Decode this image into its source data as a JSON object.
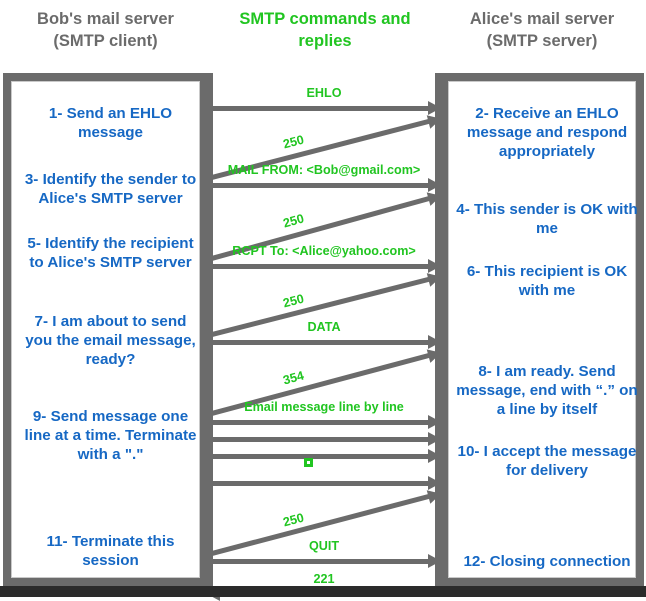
{
  "headers": {
    "left": "Bob's mail server\n(SMTP client)",
    "left_line1": "Bob's mail server",
    "left_line2": "(SMTP client)",
    "middle_line1": "SMTP commands and",
    "middle_line2": "replies",
    "right_line1": "Alice's mail server",
    "right_line2": "(SMTP server)"
  },
  "colors": {
    "green": "#21c521",
    "blue": "#1668c4",
    "gray": "#6b6b6b",
    "band": "#2b2b2b"
  },
  "client_steps": [
    {
      "id": "step-1",
      "text": "1- Send an EHLO message"
    },
    {
      "id": "step-3",
      "text": "3- Identify the sender to Alice's SMTP server"
    },
    {
      "id": "step-5",
      "text": "5- Identify the recipient to Alice's SMTP server"
    },
    {
      "id": "step-7",
      "text": "7- I am about to send you the email message, ready?"
    },
    {
      "id": "step-9",
      "text": "9- Send message one line at a time. Terminate with a \".\""
    },
    {
      "id": "step-11",
      "text": "11- Terminate this session"
    }
  ],
  "server_steps": [
    {
      "id": "step-2",
      "text": "2- Receive an EHLO message and respond appropriately"
    },
    {
      "id": "step-4",
      "text": "4- This sender is OK with me"
    },
    {
      "id": "step-6",
      "text": "6- This recipient is OK with me"
    },
    {
      "id": "step-8",
      "text": "8-  I am ready. Send message, end with “.” on a line by itself"
    },
    {
      "id": "step-10",
      "text": "10-  I accept the message for delivery"
    },
    {
      "id": "step-12",
      "text": "12-  Closing connection"
    }
  ],
  "messages": [
    {
      "id": "msg-ehlo",
      "label": "EHLO",
      "direction": "client-to-server",
      "kind": "command"
    },
    {
      "id": "reply-250-ehlo",
      "label": "250",
      "direction": "server-to-client",
      "kind": "reply"
    },
    {
      "id": "msg-mail-from",
      "label": "MAIL FROM: <Bob@gmail.com>",
      "direction": "client-to-server",
      "kind": "command"
    },
    {
      "id": "reply-250-mail",
      "label": "250",
      "direction": "server-to-client",
      "kind": "reply"
    },
    {
      "id": "msg-rcpt-to",
      "label": "RCPT To: <Alice@yahoo.com>",
      "direction": "client-to-server",
      "kind": "command"
    },
    {
      "id": "reply-250-rcpt",
      "label": "250",
      "direction": "server-to-client",
      "kind": "reply"
    },
    {
      "id": "msg-data",
      "label": "DATA",
      "direction": "client-to-server",
      "kind": "command"
    },
    {
      "id": "reply-354",
      "label": "354",
      "direction": "server-to-client",
      "kind": "reply"
    },
    {
      "id": "msg-body-1",
      "label": "Email message line by line",
      "direction": "client-to-server",
      "kind": "command"
    },
    {
      "id": "msg-body-2",
      "label": "",
      "direction": "client-to-server",
      "kind": "command"
    },
    {
      "id": "msg-body-3",
      "label": "",
      "direction": "client-to-server",
      "kind": "command"
    },
    {
      "id": "msg-body-end",
      "label": "",
      "direction": "client-to-server",
      "kind": "command"
    },
    {
      "id": "reply-250-data",
      "label": "250",
      "direction": "server-to-client",
      "kind": "reply"
    },
    {
      "id": "msg-quit",
      "label": "QUIT",
      "direction": "client-to-server",
      "kind": "command"
    },
    {
      "id": "reply-221",
      "label": "221",
      "direction": "server-to-client",
      "kind": "reply"
    }
  ],
  "terminator_marker": {
    "id": "dot-terminator",
    "symbol": "."
  }
}
